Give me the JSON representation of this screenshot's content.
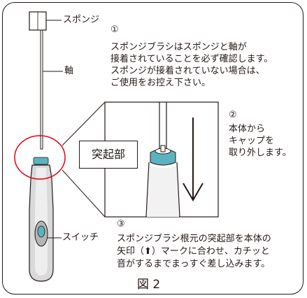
{
  "labels": {
    "sponge": "スポンジ",
    "shaft": "軸",
    "switch": "スイッチ",
    "protrusion": "突起部"
  },
  "steps": [
    {
      "number": "①",
      "lines": [
        "スポンジブラシはスポンジと軸が",
        "接着されていることを必ず確認します。",
        "スポンジが接着されていない場合は、",
        "ご使用をお控え下さい。"
      ]
    },
    {
      "number": "②",
      "lines": [
        "本体から",
        "キャップを",
        "取り外します。"
      ]
    },
    {
      "number": "③",
      "lines": [
        "スポンジブラシ根元の突起部を本体の",
        "矢印（⬆）マークに合わせ、カチッと",
        "音がするまでまっすぐ差し込みます。"
      ]
    }
  ],
  "caption": "図 2",
  "colors": {
    "line": "#231815",
    "accent_red": "#e60012",
    "accent_teal": "#5ab4bd",
    "body_gray": "#b5b5b6"
  }
}
